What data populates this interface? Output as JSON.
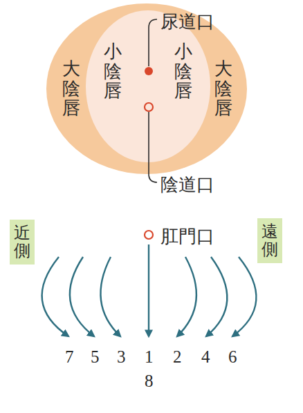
{
  "diagram": {
    "nodes": [
      {
        "text": [
          "大陰唇",
          "大陰唇"
        ]
      },
      {
        "text": [
          "小陰唇",
          "小陰唇"
        ],
        "in": 0
      },
      {
        "text": [
          "近側"
        ]
      },
      {
        "text": [
          "遠側"
        ]
      }
    ],
    "labels": [
      "尿道口",
      "陰道口",
      "肛門口",
      "7",
      "5",
      "3",
      "1",
      "2",
      "4",
      "6",
      "8"
    ]
  }
}
